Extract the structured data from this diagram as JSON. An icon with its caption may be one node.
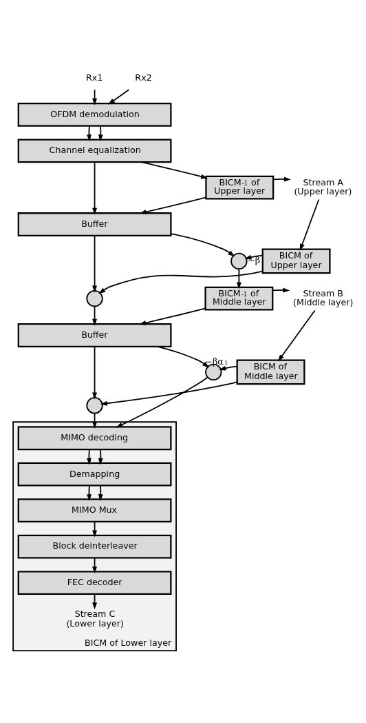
{
  "diagram": {
    "nodes": [
      {
        "text": [
          "Rx1"
        ]
      },
      {
        "text": [
          "Rx2"
        ]
      },
      {
        "text": [
          "OFDM demodulation"
        ]
      },
      {
        "text": [
          "Channel equalization"
        ]
      },
      {
        "text": [
          "BICM$^{-1}$ of Upper layer"
        ]
      },
      {
        "text": [
          "Stream A (Upper layer)"
        ]
      },
      {
        "text": [
          "Buffer"
        ]
      },
      {
        "text": [],
        "shape": "circle"
      },
      {
        "text": [
          "BICM of Upper layer"
        ]
      },
      {
        "text": [],
        "shape": "circle"
      },
      {
        "text": [
          "BICM$^{-1}$ of Middle layer"
        ]
      },
      {
        "text": [
          "Stream B (Middle layer)"
        ]
      },
      {
        "text": [
          "Buffer"
        ]
      },
      {
        "text": [],
        "shape": "circle"
      },
      {
        "text": [
          "BICM of Middle layer"
        ]
      },
      {
        "text": [],
        "shape": "circle"
      },
      {
        "text": [
          "BICM of Lower layer"
        ]
      },
      {
        "text": [
          "MIMO decoding"
        ],
        "in": 16
      },
      {
        "text": [
          "Demapping"
        ],
        "in": 16
      },
      {
        "text": [
          "MIMO Mux"
        ],
        "in": 16
      },
      {
        "text": [
          "Block deinterleaver"
        ],
        "in": 16
      },
      {
        "text": [
          "FEC decoder"
        ],
        "in": 16
      },
      {
        "text": [
          "Stream C (Lower layer)"
        ],
        "in": 16
      }
    ],
    "edges": [
      {
        "from": 0,
        "to": 2,
        "arrow": "to"
      },
      {
        "from": 1,
        "to": 2,
        "arrow": "to"
      },
      {
        "from": 2,
        "to": 3,
        "arrow": "to"
      },
      {
        "from": 2,
        "to": 3,
        "arrow": "to"
      },
      {
        "from": 3,
        "to": 6,
        "arrow": "to"
      },
      {
        "from": 3,
        "to": 4,
        "arrow": "to"
      },
      {
        "from": 4,
        "to": 5,
        "arrow": "to"
      },
      {
        "from": 5,
        "to": 8,
        "arrow": "to"
      },
      {
        "from": 4,
        "to": 6,
        "arrow": "to"
      },
      {
        "from": 6,
        "to": 7,
        "arrow": "to"
      },
      {
        "from": 8,
        "to": 7,
        "arrow": "to",
        "label": "−β"
      },
      {
        "from": 8,
        "to": 9,
        "arrow": "to"
      },
      {
        "from": 6,
        "to": 9,
        "arrow": "to"
      },
      {
        "from": 9,
        "to": 12,
        "arrow": "to"
      },
      {
        "from": 7,
        "to": 10,
        "arrow": "to"
      },
      {
        "from": 10,
        "to": 11,
        "arrow": "to"
      },
      {
        "from": 11,
        "to": 14,
        "arrow": "to"
      },
      {
        "from": 10,
        "to": 12,
        "arrow": "to"
      },
      {
        "from": 12,
        "to": 13,
        "arrow": "to"
      },
      {
        "from": 14,
        "to": 13,
        "arrow": "to",
        "label": "−βα$_{1}$"
      },
      {
        "from": 14,
        "to": 15,
        "arrow": "to"
      },
      {
        "from": 12,
        "to": 15,
        "arrow": "to"
      },
      {
        "from": 15,
        "to": 17,
        "arrow": "to"
      },
      {
        "from": 13,
        "to": 17,
        "arrow": "to"
      },
      {
        "from": 17,
        "to": 18,
        "arrow": "to"
      },
      {
        "from": 17,
        "to": 18,
        "arrow": "to"
      },
      {
        "from": 18,
        "to": 19,
        "arrow": "to"
      },
      {
        "from": 18,
        "to": 19,
        "arrow": "to"
      },
      {
        "from": 19,
        "to": 20,
        "arrow": "to"
      },
      {
        "from": 20,
        "to": 21,
        "arrow": "to"
      },
      {
        "from": 21,
        "to": 22,
        "arrow": "to"
      }
    ]
  }
}
